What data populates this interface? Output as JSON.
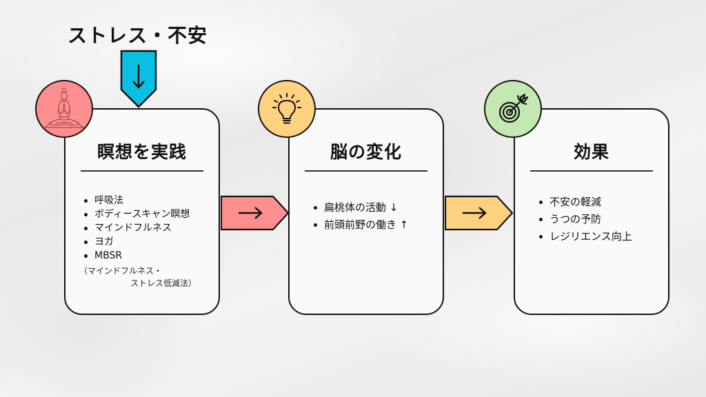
{
  "diagram": {
    "title": "ストレス・不安",
    "colors": {
      "input_arrow": "#0bbfe0",
      "step1_accent": "#ff8f8f",
      "step2_accent": "#ffd27f",
      "step3_accent": "#c3e8b2",
      "card_border": "#111111",
      "card_fill": "#fafafa"
    },
    "steps": [
      {
        "icon": "meditation-figure-icon",
        "heading": "瞑想を実践",
        "items": [
          "呼吸法",
          "ボディースキャン瞑想",
          "マインドフルネス",
          "ヨガ",
          "MBSR"
        ],
        "note": [
          "（マインドフルネス・",
          "ストレス低減法）"
        ]
      },
      {
        "icon": "lightbulb-icon",
        "heading": "脳の変化",
        "items": [
          "扁桃体の活動 ↓",
          "前頭前野の働き ↑"
        ]
      },
      {
        "icon": "target-icon",
        "heading": "効果",
        "items": [
          "不安の軽減",
          "うつの予防",
          "レジリエンス向上"
        ]
      }
    ],
    "connectors": [
      "→",
      "→"
    ],
    "input_arrow_glyph": "↓"
  }
}
